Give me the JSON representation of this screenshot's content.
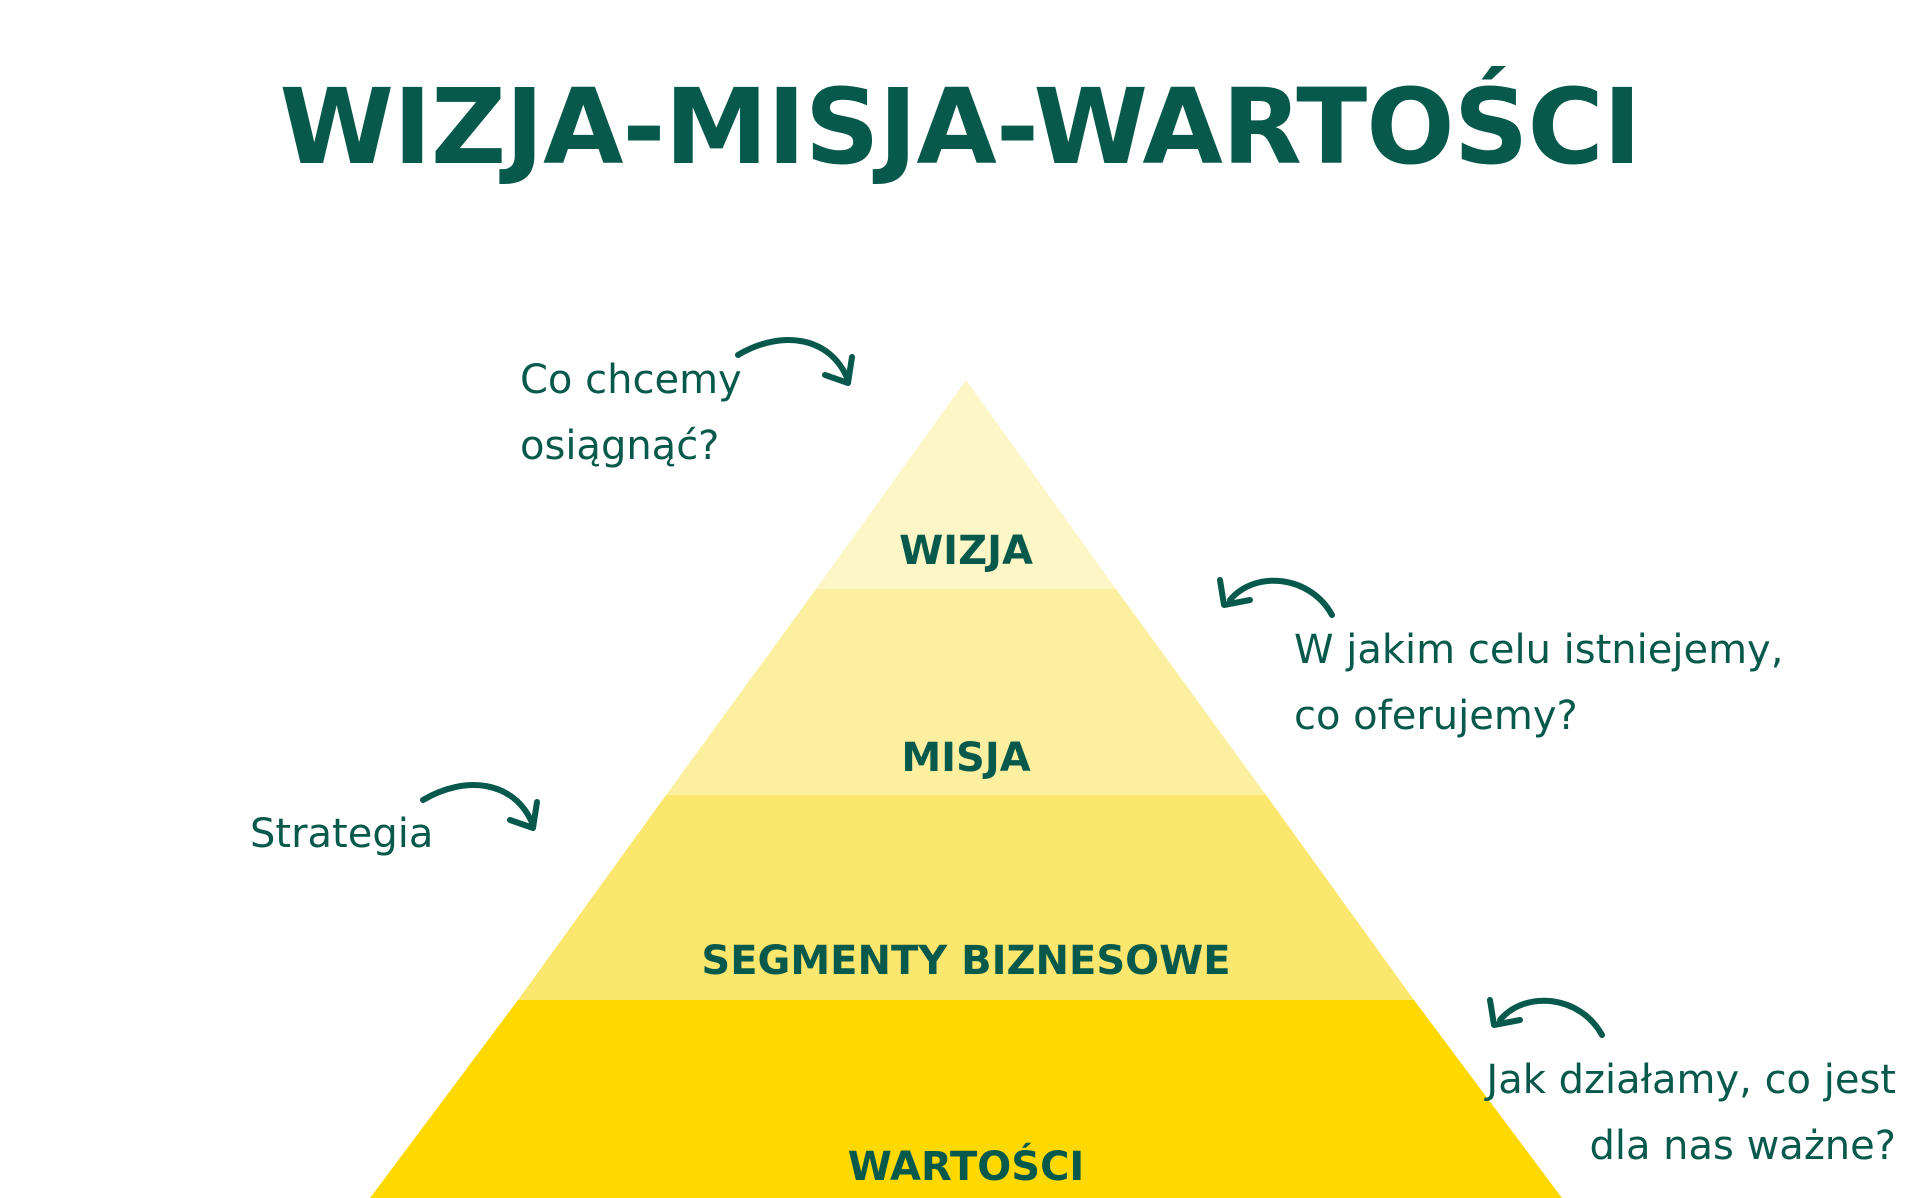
{
  "title": "WIZJA-MISJA-WARTOŚCI",
  "pyramid": {
    "levels": [
      {
        "label": "WIZJA",
        "color": "#fdf6c6"
      },
      {
        "label": "MISJA",
        "color": "#fcf0a0"
      },
      {
        "label": "SEGMENTY BIZNESOWE",
        "color": "#fce76e"
      },
      {
        "label": "WARTOŚCI",
        "color": "#fdd900"
      }
    ]
  },
  "annotations": {
    "vision": {
      "lines": [
        "Co chcemy",
        "osiągnąć?"
      ]
    },
    "mission": {
      "lines": [
        "W jakim celu istniejemy,",
        "co oferujemy?"
      ]
    },
    "strategy": {
      "lines": [
        "Strategia"
      ]
    },
    "values": {
      "lines": [
        "Jak działamy, co jest",
        "dla nas ważne?"
      ]
    }
  },
  "colors": {
    "text": "#07594b",
    "background": "#ffffff"
  },
  "icons": {
    "arrow_vision": "curved-arrow-icon",
    "arrow_mission": "curved-arrow-icon",
    "arrow_strategy": "curved-arrow-icon",
    "arrow_values": "curved-arrow-icon"
  }
}
